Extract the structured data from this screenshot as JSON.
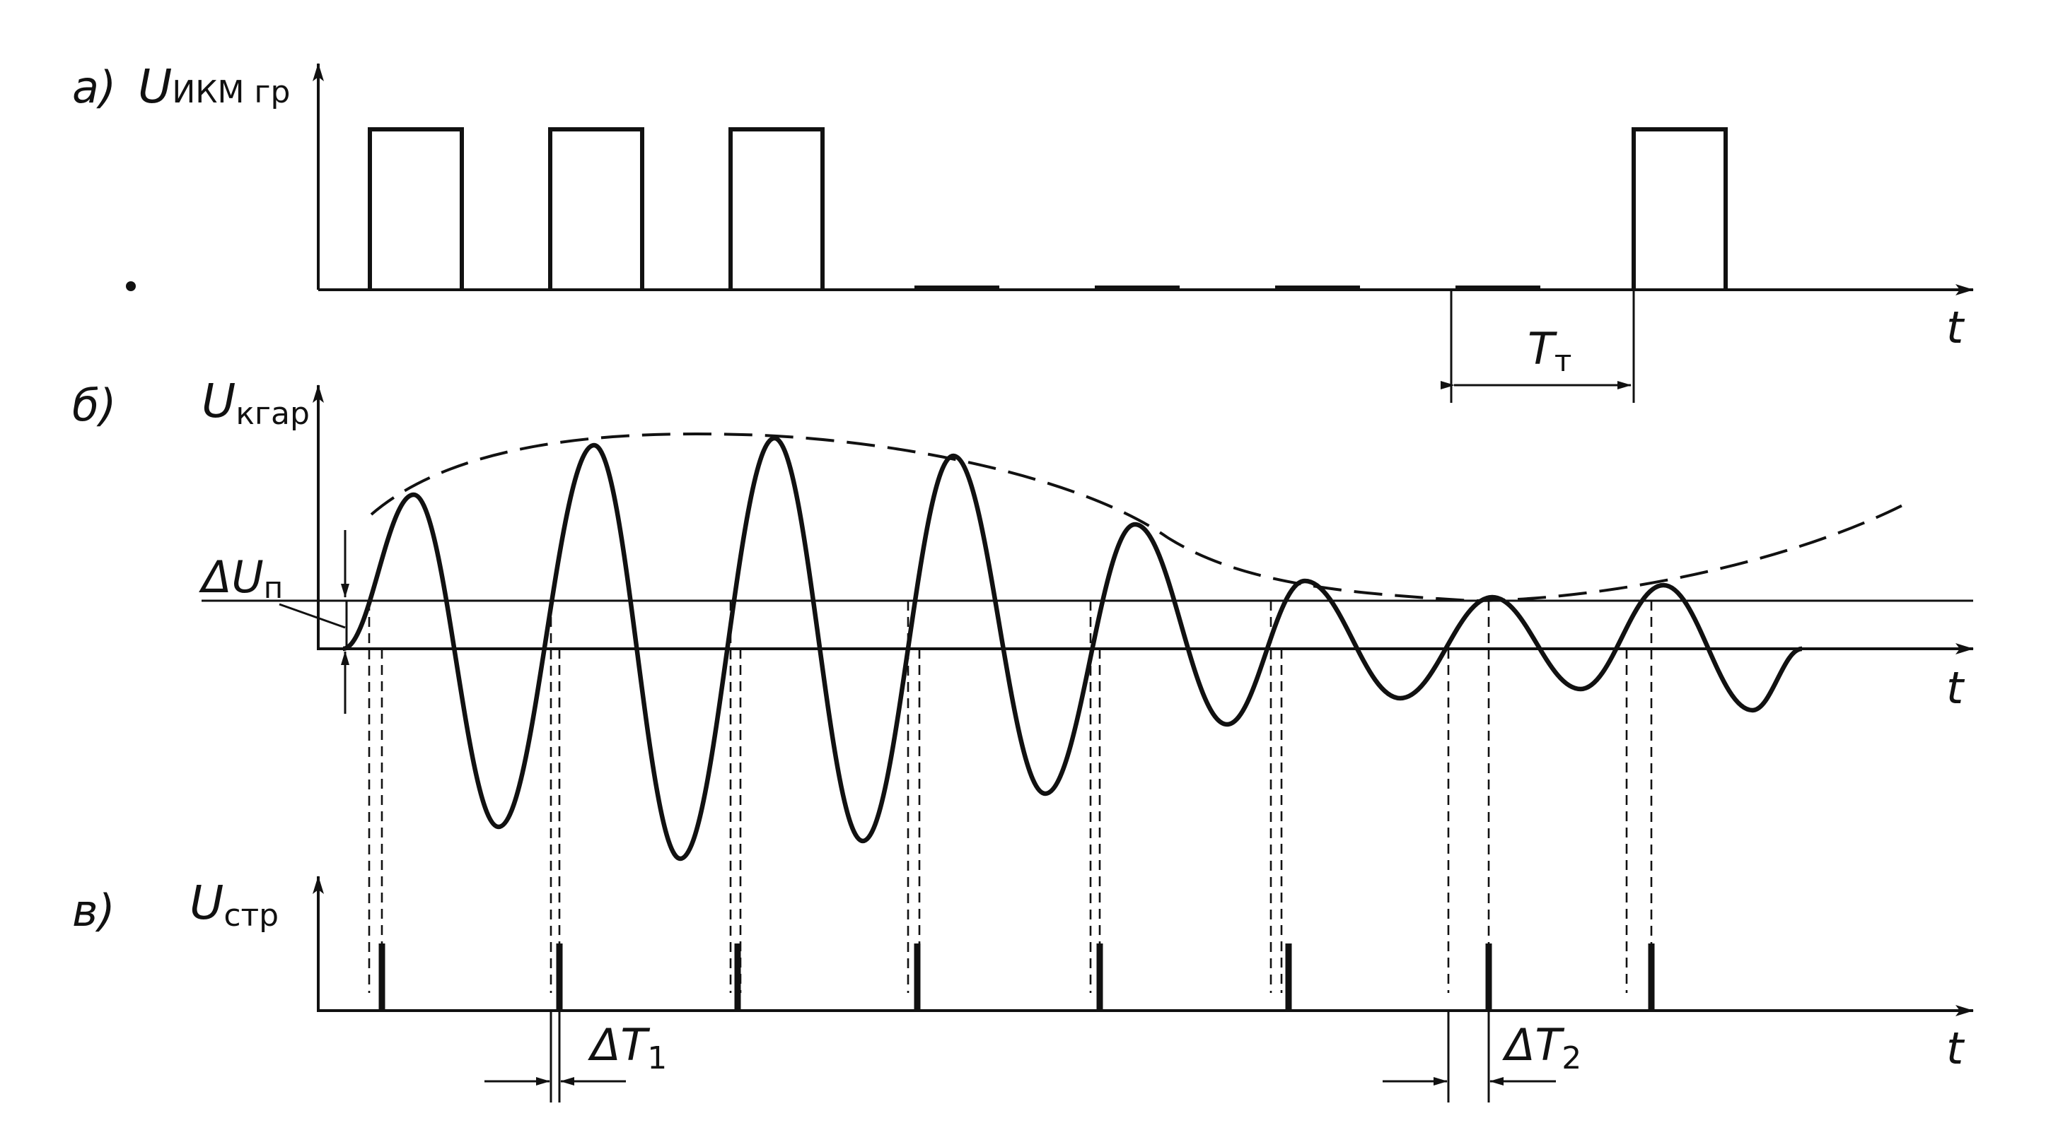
{
  "panel_a": {
    "letter": "а)",
    "ylabel_main": "U",
    "ylabel_sub": "ИКМ гр",
    "xlabel": "t",
    "bits": [
      1,
      1,
      1,
      0,
      0,
      0,
      0,
      1
    ],
    "period_label_main": "T",
    "period_label_sub": "т"
  },
  "panel_b": {
    "letter": "б)",
    "ylabel_main": "U",
    "ylabel_sub": "кгар",
    "xlabel": "t",
    "threshold_label_main": "ΔU",
    "threshold_label_sub": "п"
  },
  "panel_c": {
    "letter": "в)",
    "ylabel_main": "U",
    "ylabel_sub": "стр",
    "xlabel": "t",
    "delta1_main": "ΔT",
    "delta1_sub": "1",
    "delta2_main": "ΔT",
    "delta2_sub": "2"
  },
  "colors": {
    "ink": "#111111",
    "background": "#ffffff"
  }
}
